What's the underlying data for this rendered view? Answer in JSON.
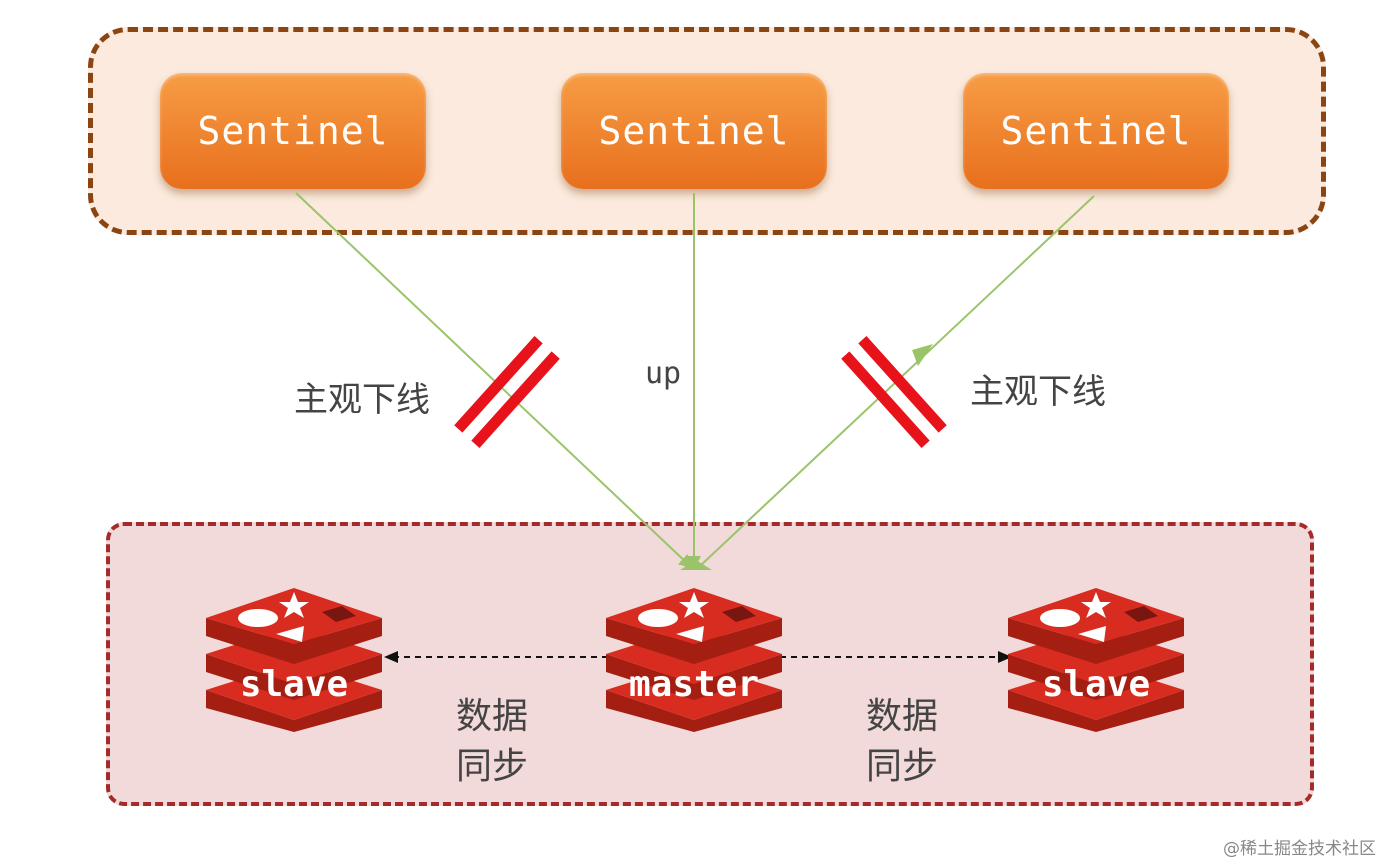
{
  "sentinels": [
    "Sentinel",
    "Sentinel",
    "Sentinel"
  ],
  "labels": {
    "left_status": "主观下线",
    "middle_status": "up",
    "right_status": "主观下线"
  },
  "nodes": {
    "left": "slave",
    "center": "master",
    "right": "slave"
  },
  "sync_labels": {
    "left": [
      "数据",
      "同步"
    ],
    "right": [
      "数据",
      "同步"
    ]
  },
  "watermark": "@稀土掘金技术社区",
  "colors": {
    "sentinel_group_border": "#8b4513",
    "sentinel_group_fill": "#fbeadd",
    "sentinel_box": "#f08a32",
    "redis_group_border": "#a52a2a",
    "redis_group_fill": "#f2dada",
    "link_line": "#9bc46a",
    "cut_mark": "#e8121b",
    "redis_red": "#d82c20"
  }
}
